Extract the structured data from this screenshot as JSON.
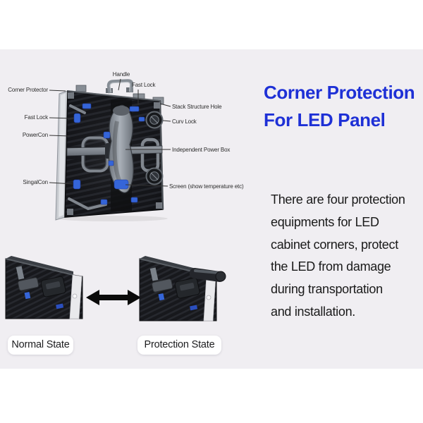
{
  "header": {
    "title_line1": "Corner Protection",
    "title_line2": "For LED Panel",
    "title_color": "#1e30d6"
  },
  "description": {
    "full_text": "There are four protection equipments for LED cabinet corners, protect the LED from damage during transportation and installation.",
    "lines": [
      "There are four protection",
      "equipments for LED",
      "cabinet corners, protect",
      "the LED from damage",
      "during transportation",
      "and installation."
    ]
  },
  "diagram": {
    "labels": {
      "handle": "Handle",
      "fast_lock_top": "Fast Lock",
      "corner_protector": "Corner Protector",
      "fast_lock_left": "Fast Lock",
      "powercon": "PowerCon",
      "singalcon": "SingalCon",
      "stack_structure_hole": "Stack Structure Hole",
      "curv_lock": "Curv Lock",
      "independent_power_box": "Independent Power Box",
      "screen": "Screen (show temperature etc)"
    }
  },
  "states": {
    "normal": "Normal State",
    "protection": "Protection State"
  },
  "colors": {
    "band_background": "#f0eef2",
    "title_blue": "#1e30d6",
    "accent_blue": "#3565d8",
    "body_text": "#1a1a1a",
    "arrow_black": "#0b0b0b"
  }
}
